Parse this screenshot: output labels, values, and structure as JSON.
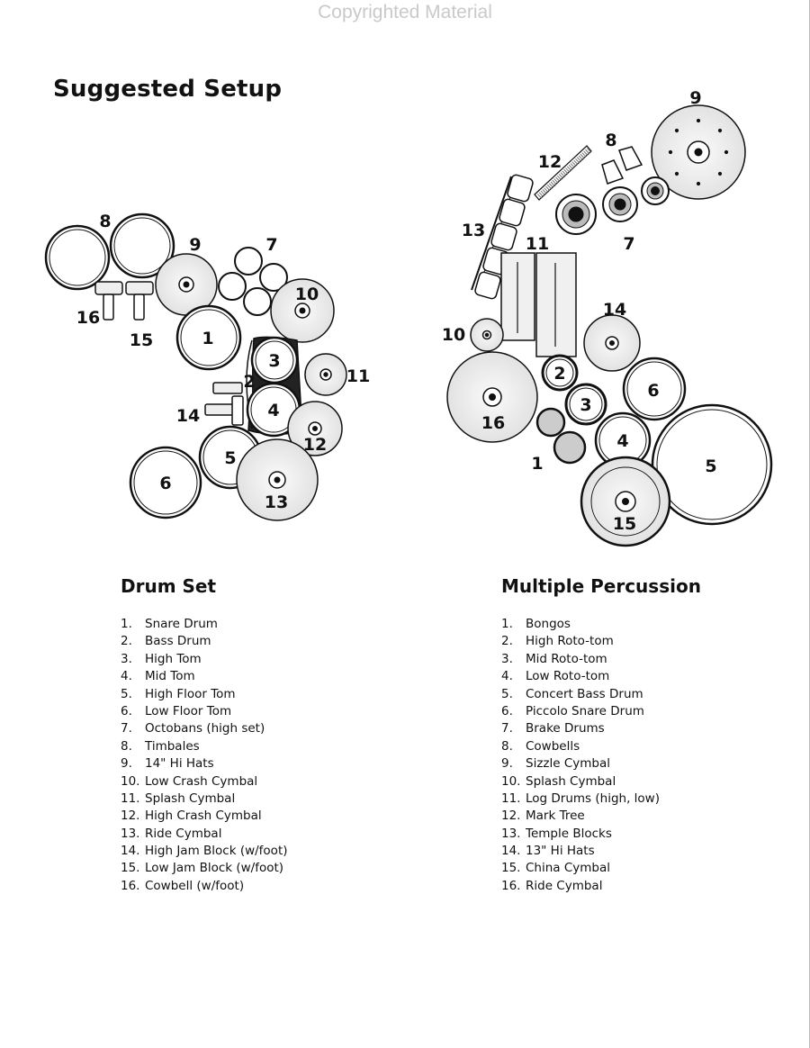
{
  "watermark": "Copyrighted Material",
  "title": "Suggested Setup",
  "drum_set": {
    "heading": "Drum Set",
    "items": [
      {
        "num": "1.",
        "label": "Snare Drum"
      },
      {
        "num": "2.",
        "label": "Bass Drum"
      },
      {
        "num": "3.",
        "label": "High Tom"
      },
      {
        "num": "4.",
        "label": "Mid Tom"
      },
      {
        "num": "5.",
        "label": "High Floor Tom"
      },
      {
        "num": "6.",
        "label": "Low Floor Tom"
      },
      {
        "num": "7.",
        "label": "Octobans (high set)"
      },
      {
        "num": "8.",
        "label": "Timbales"
      },
      {
        "num": "9.",
        "label": "14\" Hi Hats"
      },
      {
        "num": "10.",
        "label": "Low Crash Cymbal"
      },
      {
        "num": "11.",
        "label": "Splash Cymbal"
      },
      {
        "num": "12.",
        "label": "High Crash Cymbal"
      },
      {
        "num": "13.",
        "label": "Ride Cymbal"
      },
      {
        "num": "14.",
        "label": "High Jam Block (w/foot)"
      },
      {
        "num": "15.",
        "label": "Low Jam Block (w/foot)"
      },
      {
        "num": "16.",
        "label": "Cowbell (w/foot)"
      }
    ],
    "diagram_labels": {
      "l1": "1",
      "l2": "2",
      "l3": "3",
      "l4": "4",
      "l5": "5",
      "l6": "6",
      "l7": "7",
      "l8": "8",
      "l9": "9",
      "l10": "10",
      "l11": "11",
      "l12": "12",
      "l13": "13",
      "l14": "14",
      "l15": "15",
      "l16": "16"
    }
  },
  "multiple_percussion": {
    "heading": "Multiple Percussion",
    "items": [
      {
        "num": "1.",
        "label": "Bongos"
      },
      {
        "num": "2.",
        "label": "High Roto-tom"
      },
      {
        "num": "3.",
        "label": "Mid Roto-tom"
      },
      {
        "num": "4.",
        "label": "Low Roto-tom"
      },
      {
        "num": "5.",
        "label": "Concert Bass Drum"
      },
      {
        "num": "6.",
        "label": "Piccolo Snare Drum"
      },
      {
        "num": "7.",
        "label": "Brake Drums"
      },
      {
        "num": "8.",
        "label": "Cowbells"
      },
      {
        "num": "9.",
        "label": "Sizzle Cymbal"
      },
      {
        "num": "10.",
        "label": "Splash Cymbal"
      },
      {
        "num": "11.",
        "label": "Log Drums (high, low)"
      },
      {
        "num": "12.",
        "label": "Mark Tree"
      },
      {
        "num": "13.",
        "label": "Temple Blocks"
      },
      {
        "num": "14.",
        "label": "13\" Hi Hats"
      },
      {
        "num": "15.",
        "label": "China Cymbal"
      },
      {
        "num": "16.",
        "label": "Ride Cymbal"
      }
    ],
    "diagram_labels": {
      "l1": "1",
      "l2": "2",
      "l3": "3",
      "l4": "4",
      "l5": "5",
      "l6": "6",
      "l7": "7",
      "l8": "8",
      "l9": "9",
      "l10": "10",
      "l11": "11",
      "l12": "12",
      "l13": "13",
      "l14": "14",
      "l15": "15",
      "l16": "16"
    }
  }
}
